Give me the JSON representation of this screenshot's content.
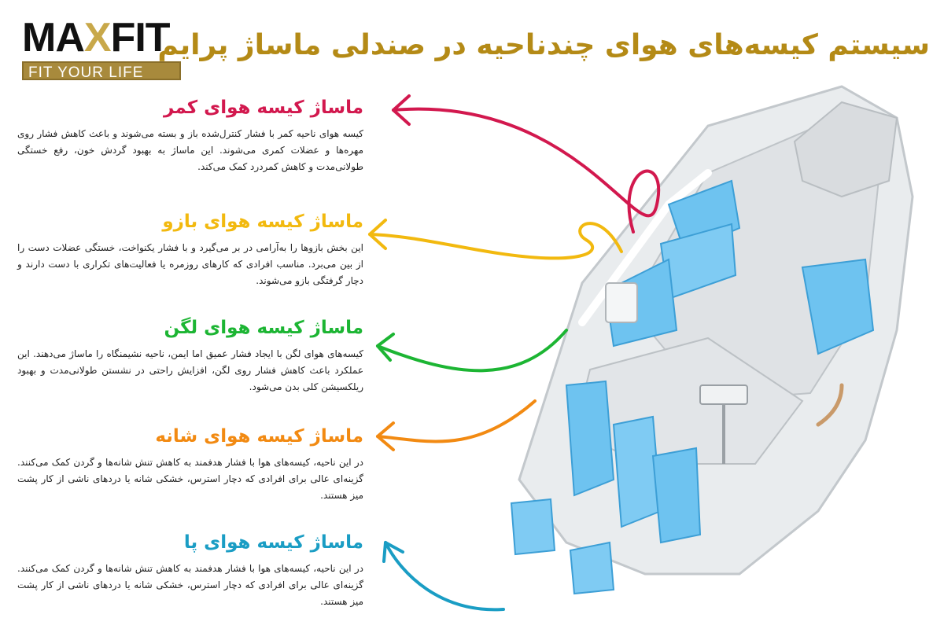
{
  "logo": {
    "brand_left": "MA",
    "brand_x": "X",
    "brand_right": "FIT",
    "tagline": "FIT YOUR LIFE"
  },
  "headline": "سیستم کیسه‌های هوای چندناحیه در صندلی ماساژ پرایم",
  "sections": [
    {
      "title": "ماساژ کیسه هوای کمر",
      "text": "کیسه هوای ناحیه کمر با فشار کنترل‌شده باز و بسته می‌شوند و باعث کاهش فشار روی مهره‌ها و عضلات کمری می‌شوند. این ماساژ به بهبود گردش خون، رفع خستگی طولانی‌مدت و کاهش کمردرد کمک می‌کند.",
      "color": "#d2184e"
    },
    {
      "title": "ماساژ کیسه هوای بازو",
      "text": "این بخش بازوها را به‌آرامی در بر می‌گیرد و با فشار یکنواخت، خستگی عضلات دست را از بین می‌برد. مناسب افرادی که کارهای روزمره یا فعالیت‌های تکراری با دست دارند و دچار گرفتگی بازو می‌شوند.",
      "color": "#f2b90f"
    },
    {
      "title": "ماساژ کیسه هوای لگن",
      "text": "کیسه‌های هوای لگن با ایجاد فشار عمیق اما ایمن، ناحیه نشیمنگاه را ماساژ می‌دهند. این عملکرد باعث کاهش فشار روی لگن، افزایش راحتی در نشستن طولانی‌مدت و بهبود ریلکسیشن کلی بدن می‌شود.",
      "color": "#1cb533"
    },
    {
      "title": "ماساژ کیسه هوای شانه",
      "text": "در این ناحیه، کیسه‌های هوا با فشار هدفمند به کاهش تنش شانه‌ها و گردن کمک می‌کنند. گزینه‌ای عالی برای افرادی که دچار استرس، خشکی شانه یا دردهای ناشی از کار پشت میز هستند.",
      "color": "#f28a12"
    },
    {
      "title": "ماساژ کیسه هوای پا",
      "text": "در این ناحیه، کیسه‌های هوا با فشار هدفمند به کاهش تنش شانه‌ها و گردن کمک می‌کنند. گزینه‌ای عالی برای افرادی که دچار استرس، خشکی شانه یا دردهای ناشی از کار پشت میز هستند.",
      "color": "#1a9dc4"
    }
  ],
  "colors": {
    "gold": "#b48a16",
    "airbag_blue": "#6ec3f0",
    "chair_white": "#eef0f2",
    "chair_grey": "#cfd3d6"
  }
}
